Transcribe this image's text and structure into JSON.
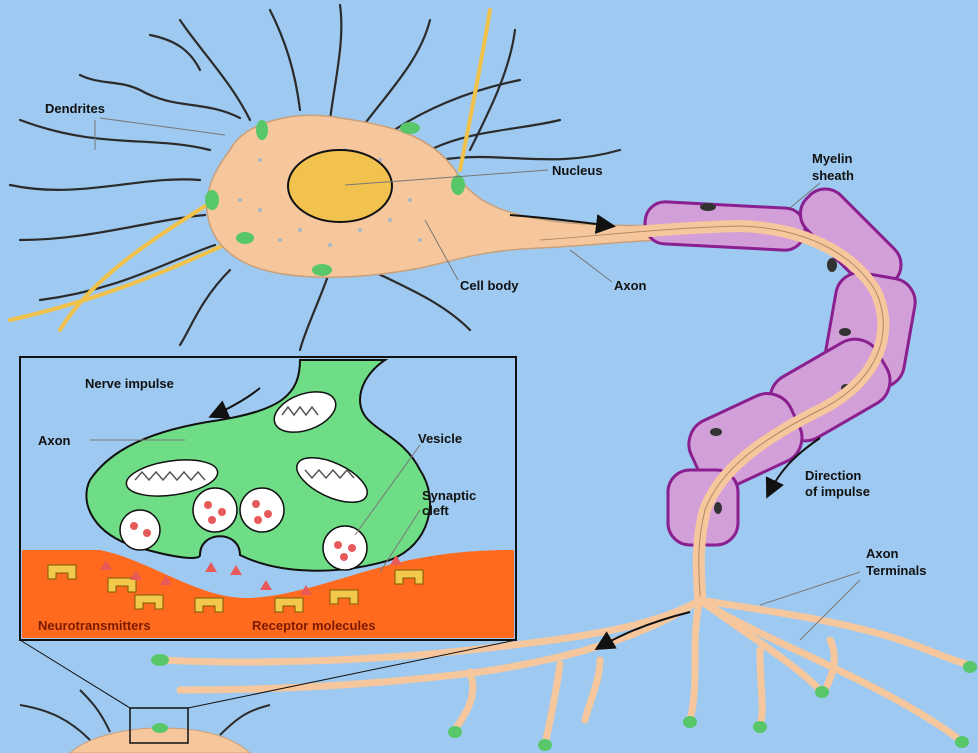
{
  "labels": {
    "dendrites": "Dendrites",
    "nucleus": "Nucleus",
    "myelin_line1": "Myelin",
    "myelin_line2": "sheath",
    "cell_body": "Cell body",
    "axon": "Axon",
    "direction_line1": "Direction",
    "direction_line2": "of impulse",
    "axon_terminals_line1": "Axon",
    "axon_terminals_line2": "Terminals",
    "inset_nerve_impulse": "Nerve impulse",
    "inset_axon": "Axon",
    "inset_vesicle": "Vesicle",
    "inset_synaptic_line1": "Synaptic",
    "inset_synaptic_line2": "cleft",
    "inset_neurotransmitters": "Neurotransmitters",
    "inset_receptor": "Receptor molecules"
  },
  "colors": {
    "background": "#9ec9f0",
    "cell_body": "#f6c79c",
    "nucleus": "#f2c24f",
    "myelin": "#d39fd9",
    "myelin_edge": "#8a1f8f",
    "axon_terminal_end": "#57c76a",
    "inset_bouton": "#6fdc86",
    "postsynaptic": "#ff6a1f",
    "receptor": "#f2c94c",
    "neurotransmitter": "#e85a5a"
  }
}
